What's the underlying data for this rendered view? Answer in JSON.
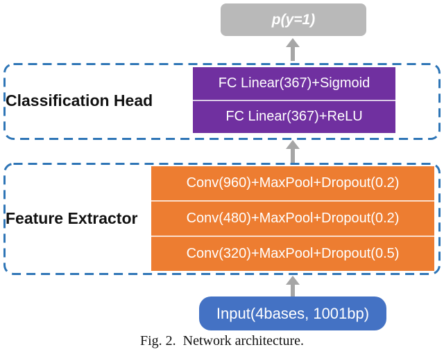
{
  "colors": {
    "output_box": "#b9b9b9",
    "fc_layer": "#7030a0",
    "conv_layer": "#ed7d31",
    "input_box": "#4472c4",
    "dashed_border": "#2e75b6",
    "arrow": "#a6a6a6"
  },
  "output": {
    "label": "p(y=1)"
  },
  "classification_head": {
    "label": "Classification Head",
    "layers": [
      "FC Linear(367)+Sigmoid",
      "FC Linear(367)+ReLU"
    ]
  },
  "feature_extractor": {
    "label": "Feature Extractor",
    "layers": [
      "Conv(960)+MaxPool+Dropout(0.2)",
      "Conv(480)+MaxPool+Dropout(0.2)",
      "Conv(320)+MaxPool+Dropout(0.5)"
    ]
  },
  "input": {
    "label": "Input(4bases, 1001bp)"
  },
  "caption": "Fig. 2.  Network architecture."
}
